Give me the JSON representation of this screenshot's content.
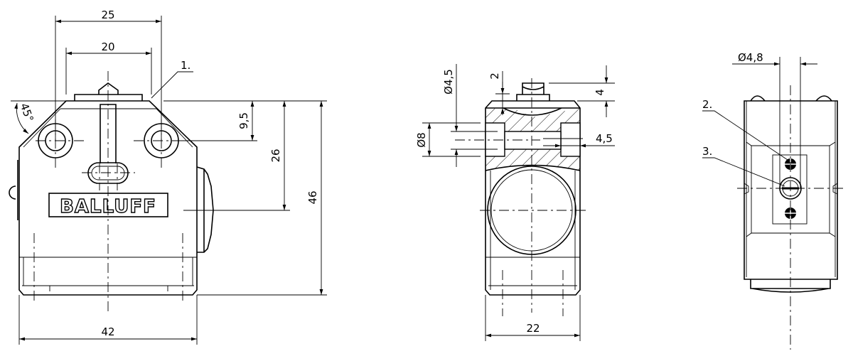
{
  "brand_logo": "BALLUFF",
  "front_view": {
    "dims": {
      "width_top_holes": "25",
      "width_plunger": "20",
      "height_hole": "9,5",
      "height_axis": "26",
      "height_total": "46",
      "width_total": "42",
      "angle": "45°"
    },
    "callout_1": "1."
  },
  "side_view": {
    "dims": {
      "dia_bore": "Ø4,5",
      "dia_counterbore": "Ø8",
      "depth_top": "2",
      "plunger_height": "4",
      "counterbore_depth": "4,5",
      "width": "22"
    }
  },
  "rear_view": {
    "dims": {
      "dia_hole": "Ø4,8"
    },
    "callout_2": "2.",
    "callout_3": "3."
  },
  "colors": {
    "line": "#000000",
    "background": "#ffffff"
  }
}
